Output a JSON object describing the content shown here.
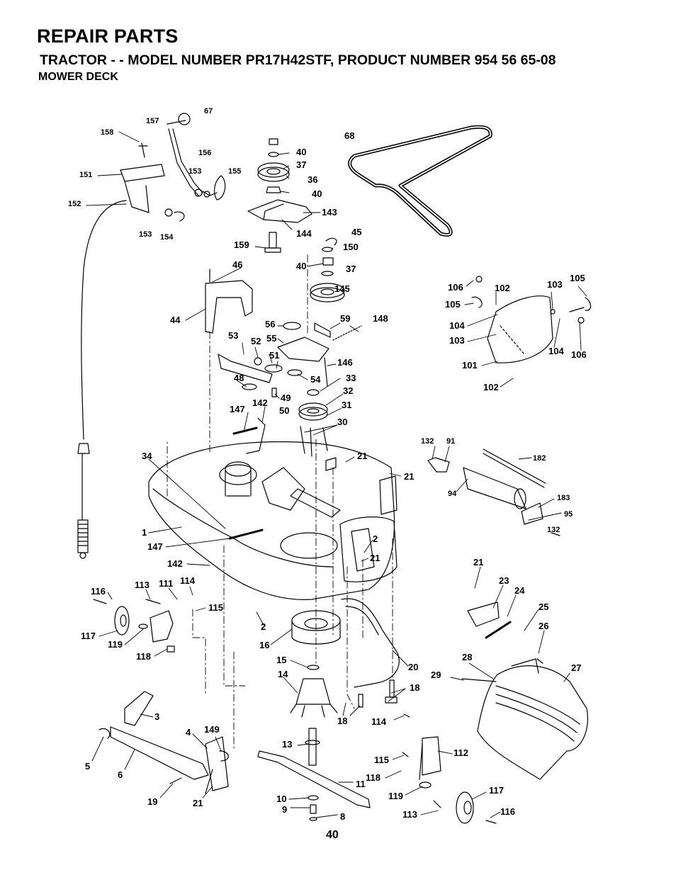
{
  "header": {
    "title": "REPAIR PARTS",
    "subtitle": "TRACTOR - - MODEL NUMBER PR17H42STF, PRODUCT NUMBER 954 56 65-08",
    "section": "MOWER DECK"
  },
  "callouts": [
    "158",
    "157",
    "67",
    "151",
    "156",
    "153",
    "155",
    "152",
    "153",
    "154",
    "40",
    "37",
    "36",
    "40",
    "143",
    "144",
    "159",
    "45",
    "150",
    "40",
    "37",
    "145",
    "68",
    "46",
    "44",
    "56",
    "59",
    "148",
    "53",
    "55",
    "52",
    "51",
    "146",
    "48",
    "54",
    "33",
    "49",
    "50",
    "32",
    "31",
    "147",
    "142",
    "30",
    "34",
    "21",
    "21",
    "1",
    "147",
    "2",
    "21",
    "142",
    "106",
    "102",
    "103",
    "105",
    "105",
    "104",
    "103",
    "101",
    "104",
    "106",
    "102",
    "132",
    "91",
    "182",
    "94",
    "183",
    "95",
    "132",
    "116",
    "113",
    "111",
    "114",
    "115",
    "117",
    "119",
    "118",
    "2",
    "16",
    "15",
    "14",
    "20",
    "21",
    "23",
    "24",
    "25",
    "26",
    "28",
    "27",
    "29",
    "18",
    "18",
    "114",
    "112",
    "115",
    "118",
    "119",
    "117",
    "113",
    "116",
    "3",
    "4",
    "149",
    "5",
    "6",
    "19",
    "21",
    "13",
    "11",
    "10",
    "9",
    "8"
  ],
  "page": {
    "number": "40"
  }
}
